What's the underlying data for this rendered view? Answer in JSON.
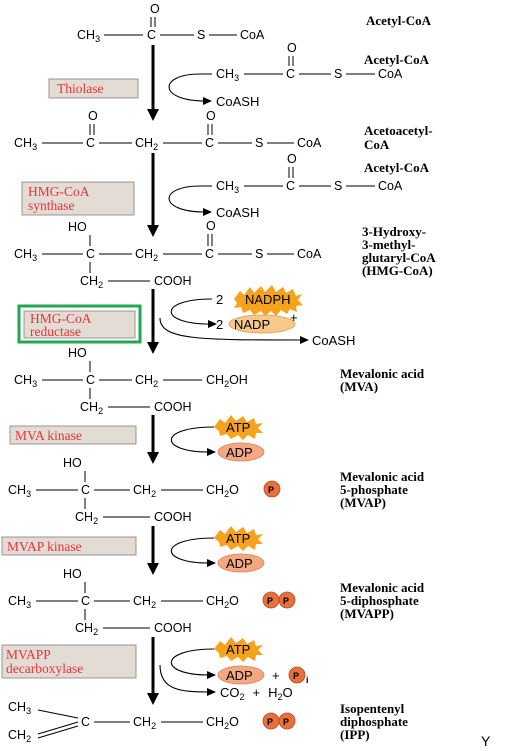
{
  "compounds": {
    "acetyl_coa_1": "Acetyl-CoA",
    "acetyl_coa_2": "Acetyl-CoA",
    "acetoacetyl_coa_1": "Acetoacetyl-",
    "acetoacetyl_coa_2": "CoA",
    "acetyl_coa_3": "Acetyl-CoA",
    "hmg_1": "3-Hydroxy-",
    "hmg_2": "3-methyl-",
    "hmg_3": "glutaryl-CoA",
    "hmg_4": "(HMG-CoA)",
    "mva_1": "Mevalonic acid",
    "mva_2": "(MVA)",
    "mvap_1": "Mevalonic acid",
    "mvap_2": "5-phosphate",
    "mvap_3": "(MVAP)",
    "mvapp_1": "Mevalonic acid",
    "mvapp_2": "5-diphosphate",
    "mvapp_3": "(MVAPP)",
    "ipp_1": "Isopentenyl",
    "ipp_2": "diphosphate",
    "ipp_3": "(IPP)"
  },
  "enzymes": {
    "thiolase": "Thiolase",
    "hmg_synthase_1": "HMG-CoA",
    "hmg_synthase_2": "synthase",
    "hmg_reductase_1": "HMG-CoA",
    "hmg_reductase_2": "reductase",
    "mva_kinase": "MVA kinase",
    "mvap_kinase": "MVAP kinase",
    "mvapp_decarb_1": "MVAPP",
    "mvapp_decarb_2": "decarboxylase"
  },
  "cofactors": {
    "coash_1": "CoASH",
    "coash_2": "CoASH",
    "coash_3": "CoASH",
    "nadph_coef": "2",
    "nadph": "NADPH",
    "nadp_coef": "2",
    "nadp": "NADP",
    "nadp_charge": "+",
    "atp_1": "ATP",
    "adp_1": "ADP",
    "atp_2": "ATP",
    "adp_2": "ADP",
    "atp_3": "ATP",
    "adp_3": "ADP",
    "plus_1": "+",
    "pi": "P",
    "pi_sub": "i",
    "co2": "CO",
    "co2_sub": "2",
    "plus_2": "+",
    "h2o_h": "H",
    "h2o_sub": "2",
    "h2o_o": "O"
  },
  "atoms": {
    "O": "O",
    "S": "S",
    "C": "C",
    "CoA": "CoA",
    "CH3": "CH",
    "CH2": "CH",
    "HO": "HO",
    "COOH": "COOH",
    "CH2O": "CH",
    "OH": "OH",
    "three": "3",
    "two": "2",
    "P": "P"
  },
  "corner_mark": "Y",
  "colors": {
    "enzyme_text": "#e8333a",
    "enzyme_box": "#e3dcd5",
    "highlight_box": "#1fa84f",
    "nadph_burst": "#f5a21c",
    "nadp_oval": "#f6c98a",
    "atp_burst": "#f5a21c",
    "adp_oval": "#f4a882",
    "phosphate": "#e8703a"
  }
}
